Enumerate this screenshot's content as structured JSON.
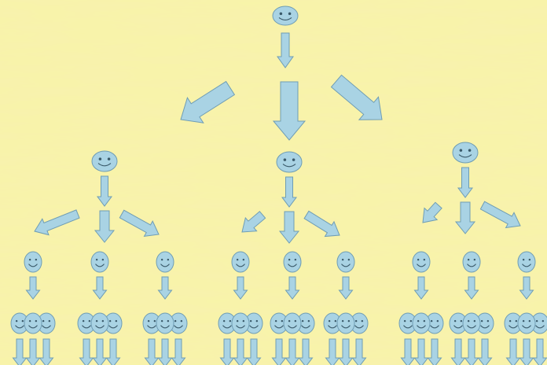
{
  "diagram": {
    "description_type": "referral-tree",
    "levels": 4,
    "branching_factor": 3,
    "colors": {
      "background": "#f8f4a8",
      "background_texture": "#efe08a",
      "shape_fill": "#a9d3e4",
      "shape_stroke": "#6f9db4",
      "face_feature": "#3a5a6a"
    },
    "node_icon": "smiley-face-icon",
    "edge_icon": "arrow-icon"
  }
}
